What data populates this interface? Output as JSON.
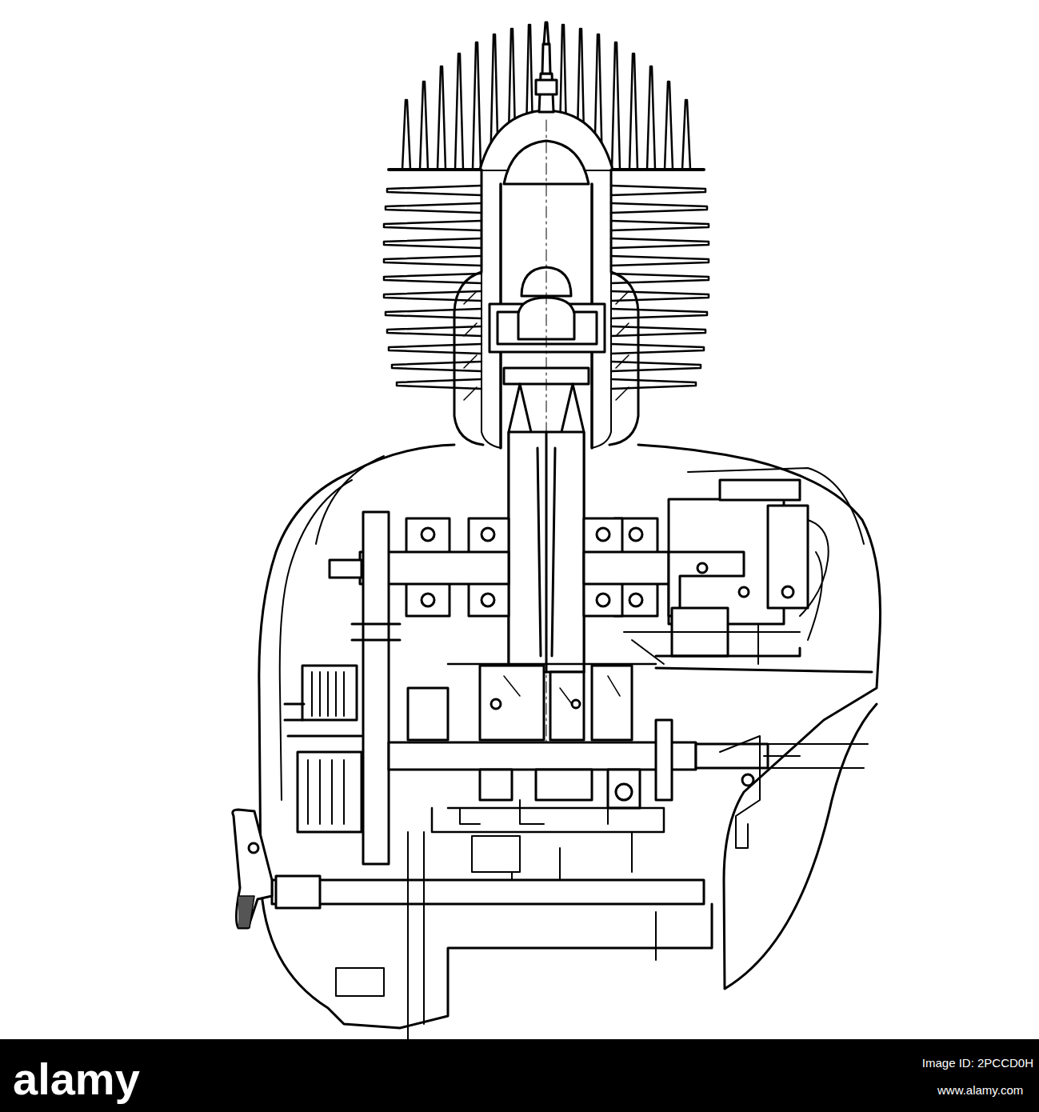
{
  "diagram": {
    "labels": [
      "alamy",
      "Image ID: 2PCCD0H",
      "www.alamy.com"
    ]
  }
}
